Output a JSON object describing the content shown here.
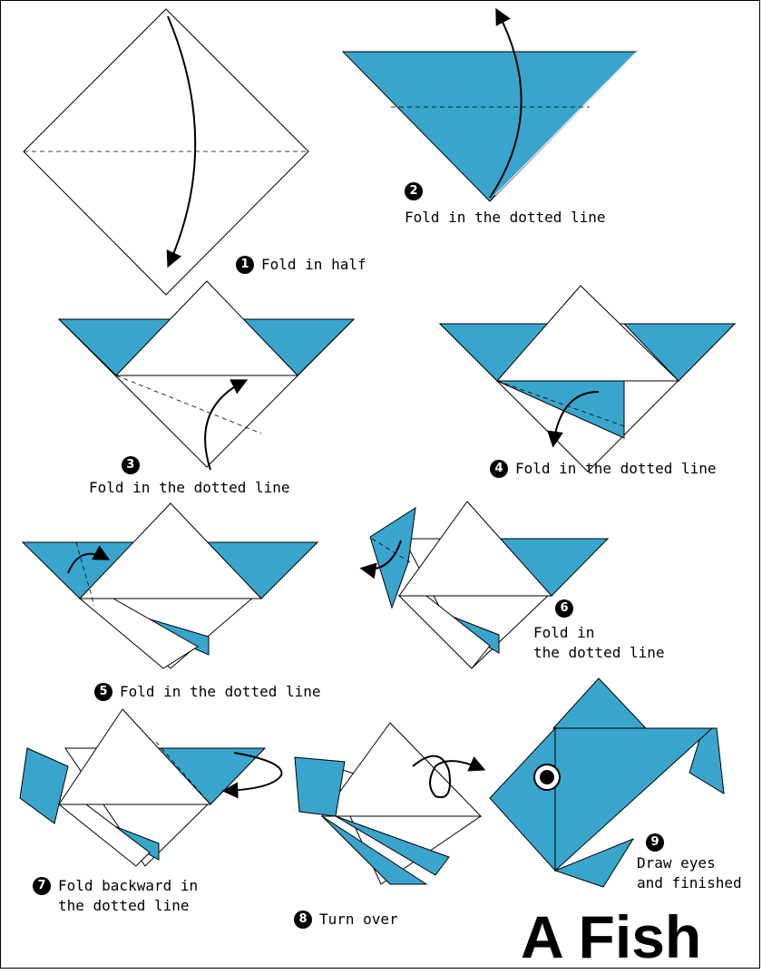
{
  "colors": {
    "paper_blue": "#3aa5cc",
    "paper_white": "#ffffff",
    "line": "#000000"
  },
  "title": "A Fish",
  "steps": [
    {
      "number": "1",
      "caption": "Fold in half"
    },
    {
      "number": "2",
      "caption": "Fold in the dotted line"
    },
    {
      "number": "3",
      "caption": "Fold in the dotted line"
    },
    {
      "number": "4",
      "caption": "Fold in the dotted line"
    },
    {
      "number": "5",
      "caption": "Fold in the dotted line"
    },
    {
      "number": "6",
      "caption": "Fold in\nthe dotted line"
    },
    {
      "number": "7",
      "caption": "Fold backward in\nthe dotted line"
    },
    {
      "number": "8",
      "caption": "Turn over"
    },
    {
      "number": "9",
      "caption": "Draw eyes\nand finished"
    }
  ]
}
